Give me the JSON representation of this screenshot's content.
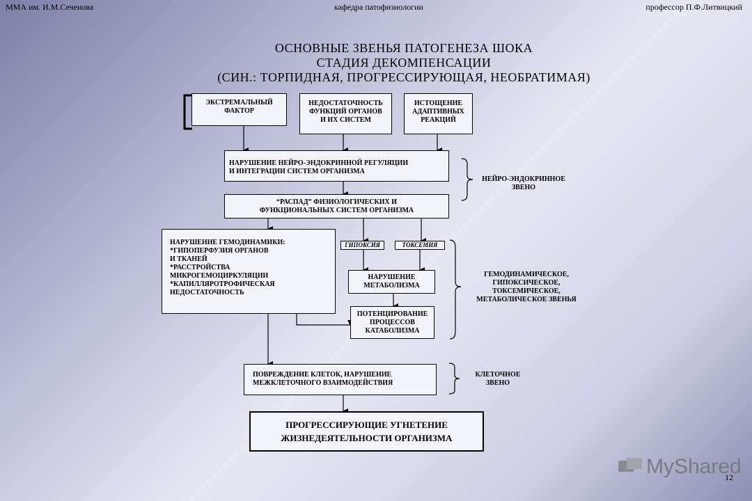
{
  "header": {
    "left": "ММА им. И.М.Сеченова",
    "center": "кафедра патофизиологии",
    "right": "профессор П.Ф.Литвицкий"
  },
  "title": {
    "line1": "ОСНОВНЫЕ ЗВЕНЬЯ ПАТОГЕНЕЗА ШОКА",
    "line2": "СТАДИЯ ДЕКОМПЕНСАЦИИ",
    "line3": "(СИН.: ТОРПИДНАЯ, ПРОГРЕССИРУЮЩАЯ, НЕОБРАТИМАЯ)"
  },
  "boxes": {
    "extreme": "ЭКСТРЕМАЛЬНЫЙ\nФАКТОР",
    "insufficiency": "НЕДОСТАТОЧНОСТЬ\nФУНКЦИЙ ОРГАНОВ\nИ ИХ СИСТЕМ",
    "exhaustion": "ИСТОЩЕНИЕ\nАДАПТИВНЫХ\nРЕАКЦИЙ",
    "neuro_disorder": "НАРУШЕНИЕ НЕЙРО-ЭНДОКРИННОЙ РЕГУЛЯЦИИ\nИ ИНТЕГРАЦИИ СИСТЕМ ОРГАНИЗМА",
    "collapse": "“РАСПАД” ФИЗИОЛОГИЧЕСКИХ И\nФУНКЦИОНАЛЬНЫХ СИСТЕМ ОРГАНИЗМА",
    "hemodynamics": "НАРУШЕНИЕ ГЕМОДИНАМИКИ:\n*ГИПОПЕРФУЗИЯ ОРГАНОВ\n  И ТКАНЕЙ\n*РАССТРОЙСТВА\n  МИКРОГЕМОЦИРКУЛЯЦИИ\n*КАПИЛЛЯРОТРОФИЧЕСКАЯ\n  НЕДОСТАТОЧНОСТЬ",
    "hypoxia": "ГИПОКСИЯ",
    "toxemia": "ТОКСЕМИЯ",
    "metabolism": "НАРУШЕНИЕ\nМЕТАБОЛИЗМА",
    "catabolism": "ПОТЕНЦИРОВАНИЕ\nПРОЦЕССОВ\nКАТАБОЛИЗМА",
    "cell_damage": "ПОВРЕЖДЕНИЕ КЛЕТОК, НАРУШЕНИЕ\nМЕЖКЛЕТОЧНОГО ВЗАИМОДЕЙСТВИЯ",
    "final": "ПРОГРЕССИРУЮЩИЕ УГНЕТЕНИЕ\nЖИЗНЕДЕЯТЕЛЬНОСТИ ОРГАНИЗМА"
  },
  "labels": {
    "neuro_link": "НЕЙРО-ЭНДОКРИННОЕ\nЗВЕНО",
    "hemo_link": "ГЕМОДИНАМИЧЕСКОЕ,\nГИПОКСИЧЕСКОЕ,\nТОКСЕМИЧЕСКОЕ,\nМЕТАБОЛИЧЕСКОЕ ЗВЕНЬЯ",
    "cell_link": "КЛЕТОЧНОЕ\nЗВЕНО"
  },
  "watermark": "MyShared",
  "page_number": "12"
}
